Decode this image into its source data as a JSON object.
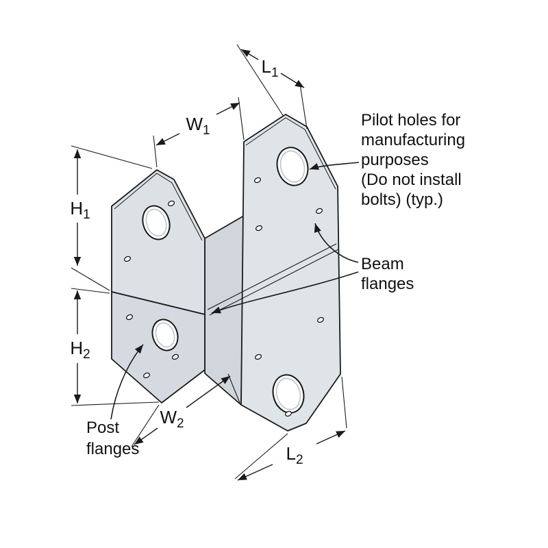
{
  "dims": {
    "l1": {
      "letter": "L",
      "sub": "1"
    },
    "w1": {
      "letter": "W",
      "sub": "1"
    },
    "h1": {
      "letter": "H",
      "sub": "1"
    },
    "h2": {
      "letter": "H",
      "sub": "2"
    },
    "w2": {
      "letter": "W",
      "sub": "2"
    },
    "l2": {
      "letter": "L",
      "sub": "2"
    }
  },
  "notes": {
    "pilot": {
      "line1": "Pilot holes for",
      "line2": "manufacturing",
      "line3": "purposes",
      "line4": "(Do not install",
      "line5": "bolts) (typ.)"
    },
    "beam": {
      "line1": "Beam",
      "line2": "flanges"
    },
    "post": {
      "line1": "Post",
      "line2": "flanges"
    }
  },
  "colors": {
    "line": "#1a1a1a",
    "metal": "#dce1e6",
    "metal_right": "#dfe4e9",
    "metal_web": "#d0d6dc",
    "metal_post": "#d4dae0",
    "hole": "#ffffff",
    "background": "#ffffff"
  }
}
